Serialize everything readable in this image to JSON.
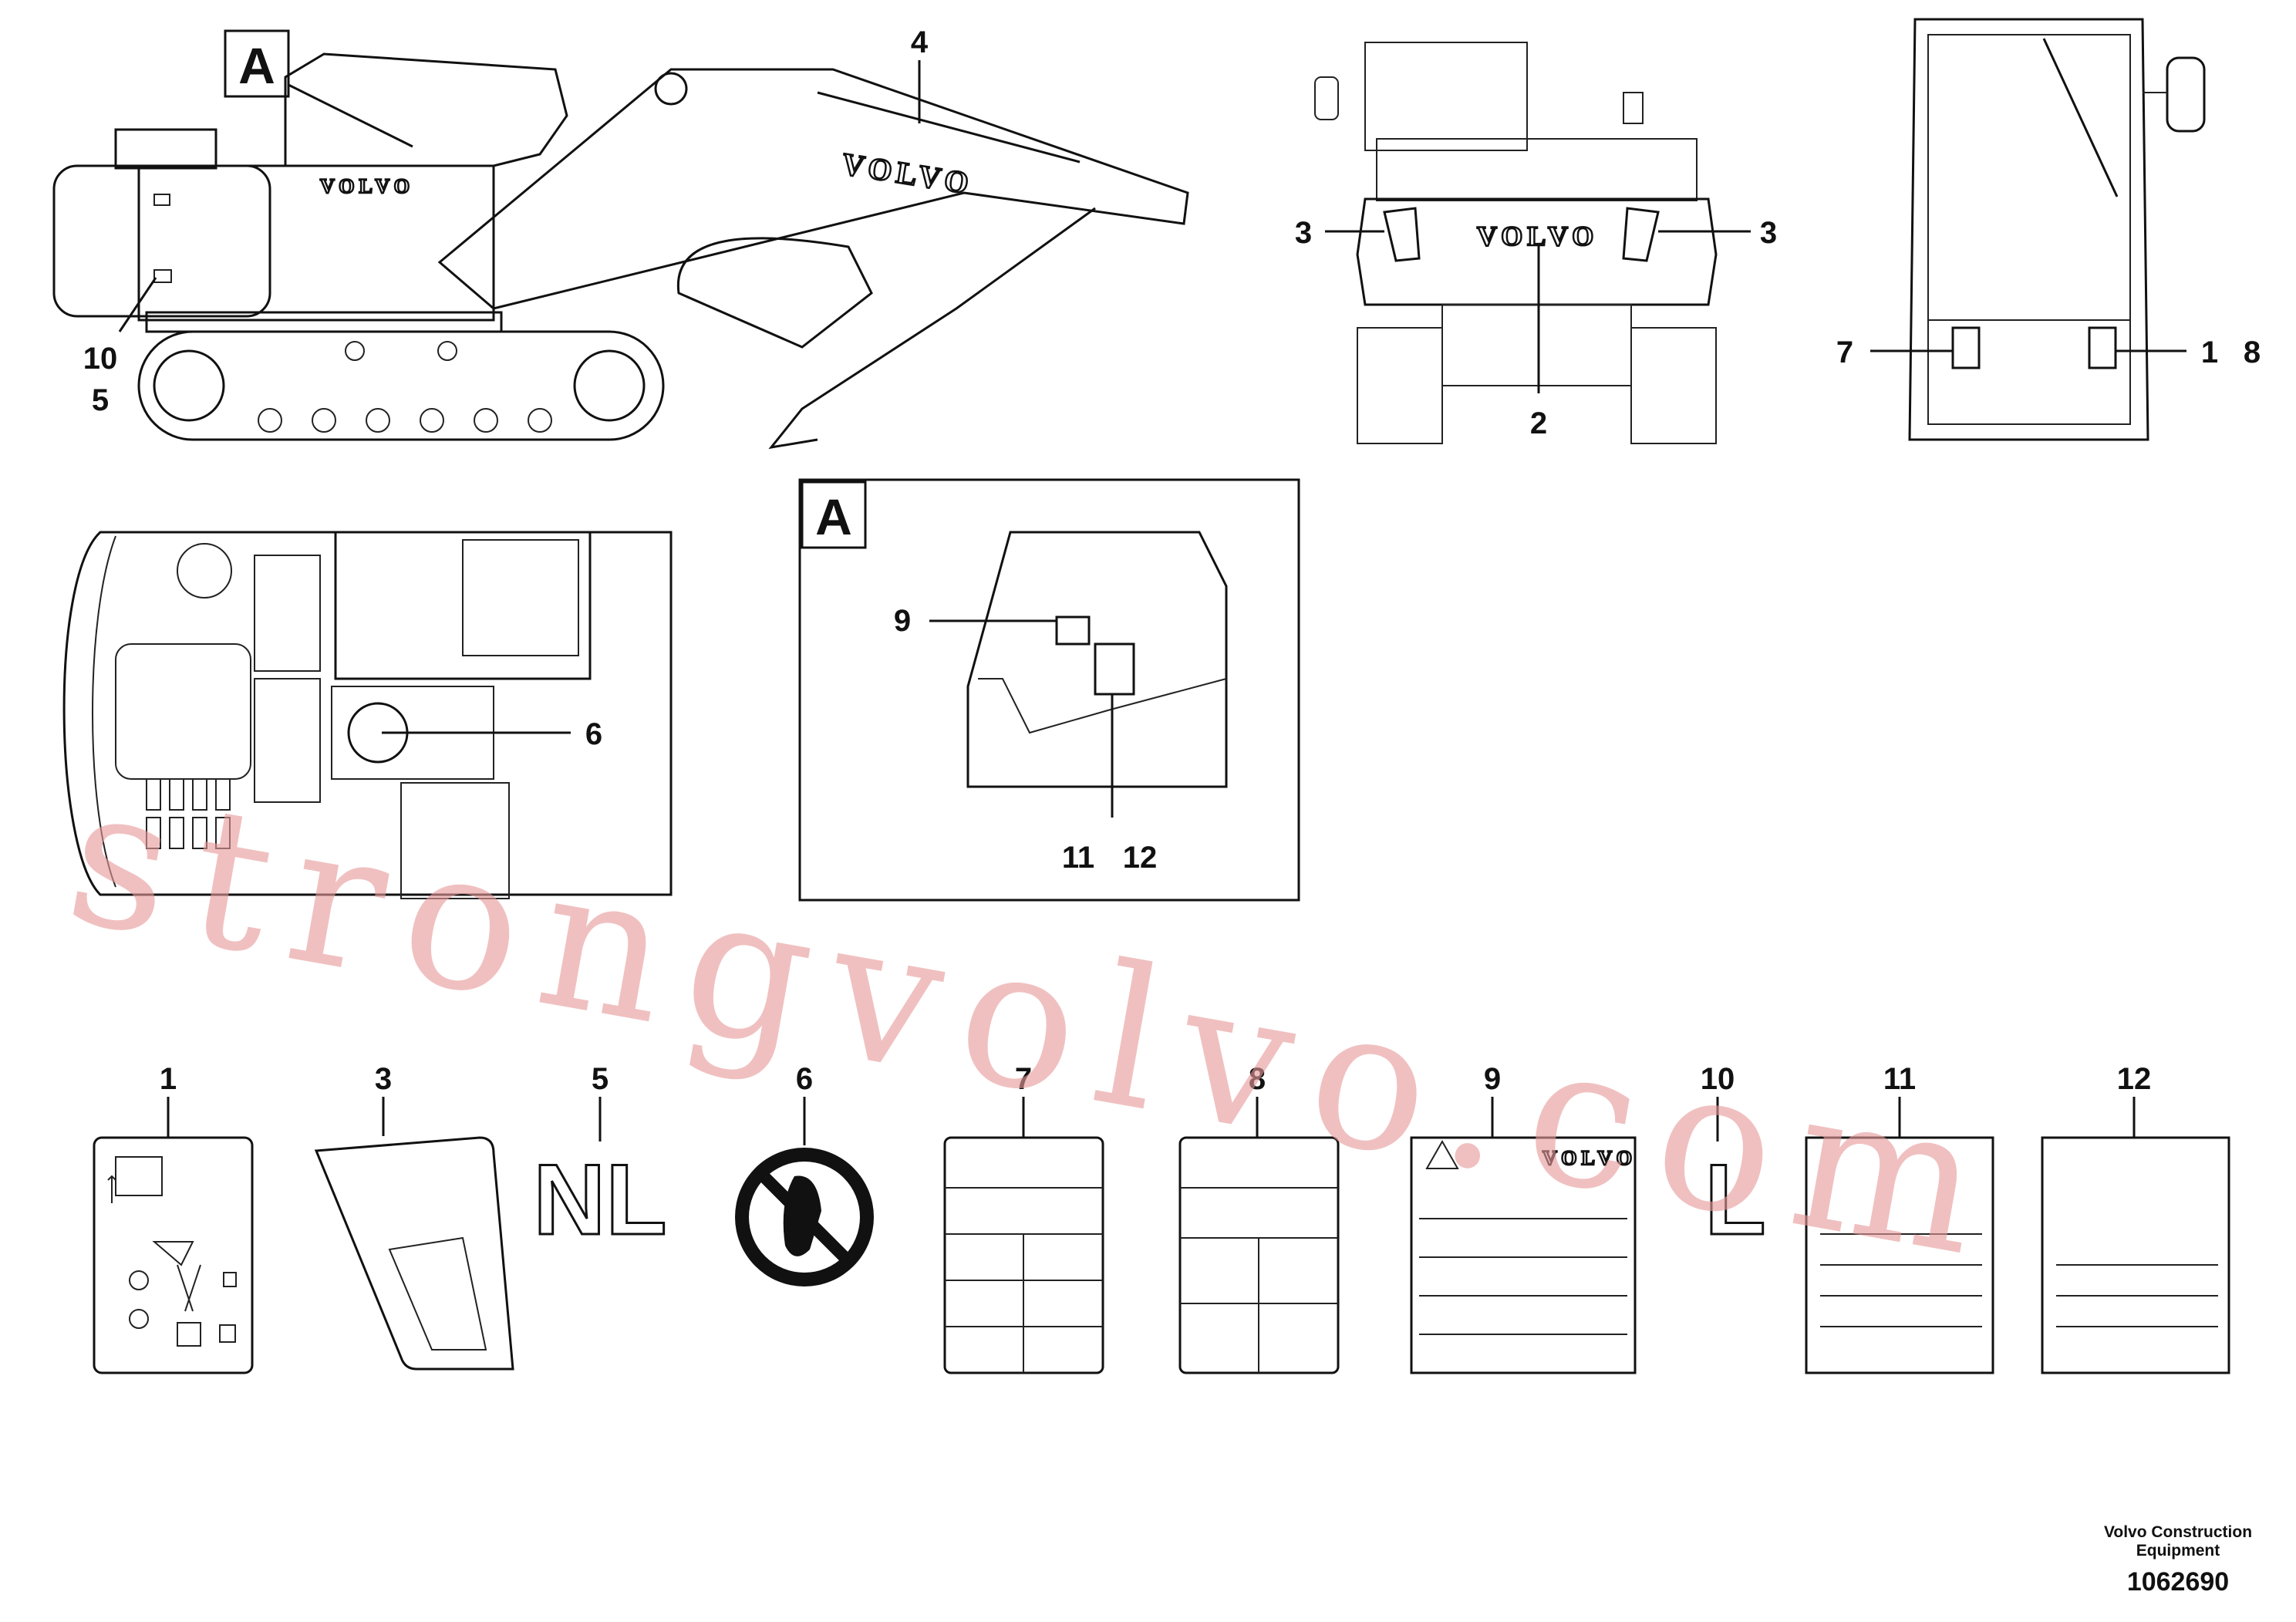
{
  "callouts": {
    "n1": "1",
    "n2": "2",
    "n3": "3",
    "n4": "4",
    "n5": "5",
    "n6": "6",
    "n7": "7",
    "n8": "8",
    "n9": "9",
    "n10": "10",
    "n11": "11",
    "n12": "12"
  },
  "detail_flag": "A",
  "brand_text": "VOLVO",
  "decal_letters": {
    "item5": "NL",
    "item10": "L"
  },
  "watermark": "strongvolvo.com",
  "footer": {
    "company": "Volvo Construction Equipment",
    "drawing_number": "1062690"
  },
  "colors": {
    "ink": "#111111",
    "watermark": "#e79a9a",
    "background": "#ffffff"
  }
}
